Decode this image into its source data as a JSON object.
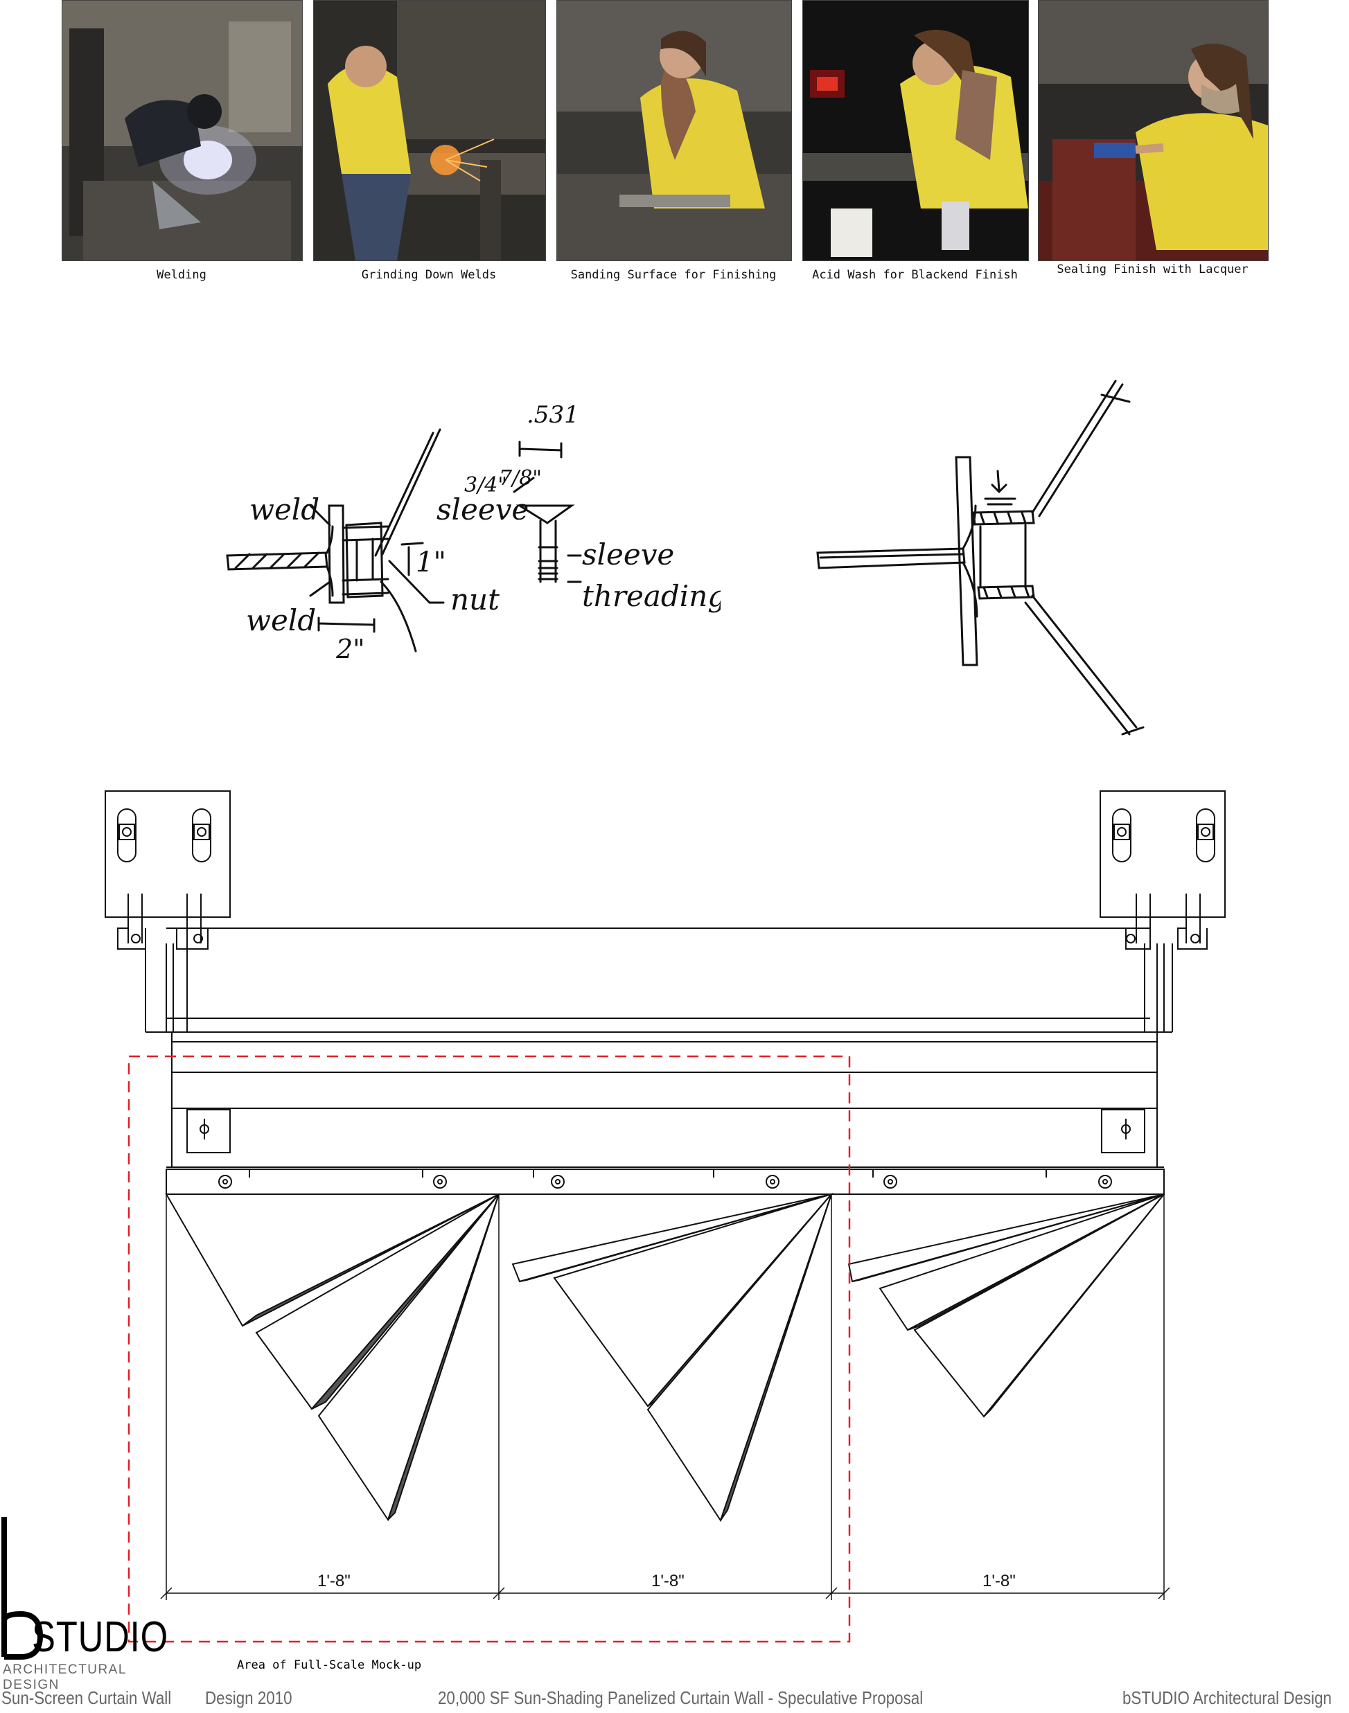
{
  "photos": [
    {
      "caption": "Welding"
    },
    {
      "caption": "Grinding Down Welds"
    },
    {
      "caption": "Sanding Surface for Finishing"
    },
    {
      "caption": "Acid Wash for Blackend Finish"
    },
    {
      "caption": "Sealing Finish with Lacquer"
    }
  ],
  "sketch": {
    "weld_top": "weld",
    "weld_bottom": "weld",
    "sleeve": "sleeve",
    "nut": "nut",
    "one_inch": "1\"",
    "two_inch": "2\"",
    "dim_531": ".531",
    "frac_a": "3/4\"",
    "frac_b": "7/8\"",
    "sleeve_right": "sleeve",
    "threading": "threading."
  },
  "drawing": {
    "dims": [
      "1'-8\"",
      "1'-8\"",
      "1'-8\""
    ],
    "mockup_caption": "Area of Full-Scale Mock-up",
    "mockup_color": "#e0202a"
  },
  "logo": {
    "mark": "b",
    "word": "STUDIO",
    "subtitle": "ARCHITECTURAL DESIGN"
  },
  "footer": {
    "project": "Sun-Screen Curtain Wall",
    "year": "Design 2010",
    "description": "20,000 SF Sun-Shading Panelized Curtain Wall - Speculative Proposal",
    "firm": "bSTUDIO Architectural Design"
  }
}
